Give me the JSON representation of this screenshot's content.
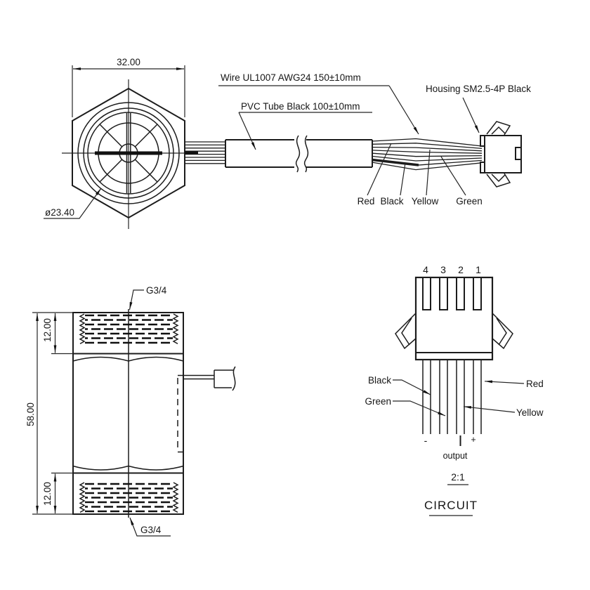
{
  "front_view": {
    "width_dim": "32.00",
    "diameter_label": "ø23.40"
  },
  "cable": {
    "wire_spec": "Wire UL1007 AWG24 150±10mm",
    "tube_spec": "PVC Tube Black 100±10mm",
    "housing_spec": "Housing SM2.5-4P Black",
    "colors": [
      "Red",
      "Black",
      "Yellow",
      "Green"
    ]
  },
  "side_view": {
    "thread_top": "G3/4",
    "thread_bottom": "G3/4",
    "dim_total_height": "58.00",
    "dim_thread_top": "12.00",
    "dim_thread_bottom": "12.00"
  },
  "circuit": {
    "title": "CIRCUIT",
    "scale": "2:1",
    "pins": [
      "4",
      "3",
      "2",
      "1"
    ],
    "wire_black": "Black",
    "wire_green": "Green",
    "wire_red": "Red",
    "wire_yellow": "Yellow",
    "minus": "-",
    "plus": "+",
    "output": "output"
  }
}
